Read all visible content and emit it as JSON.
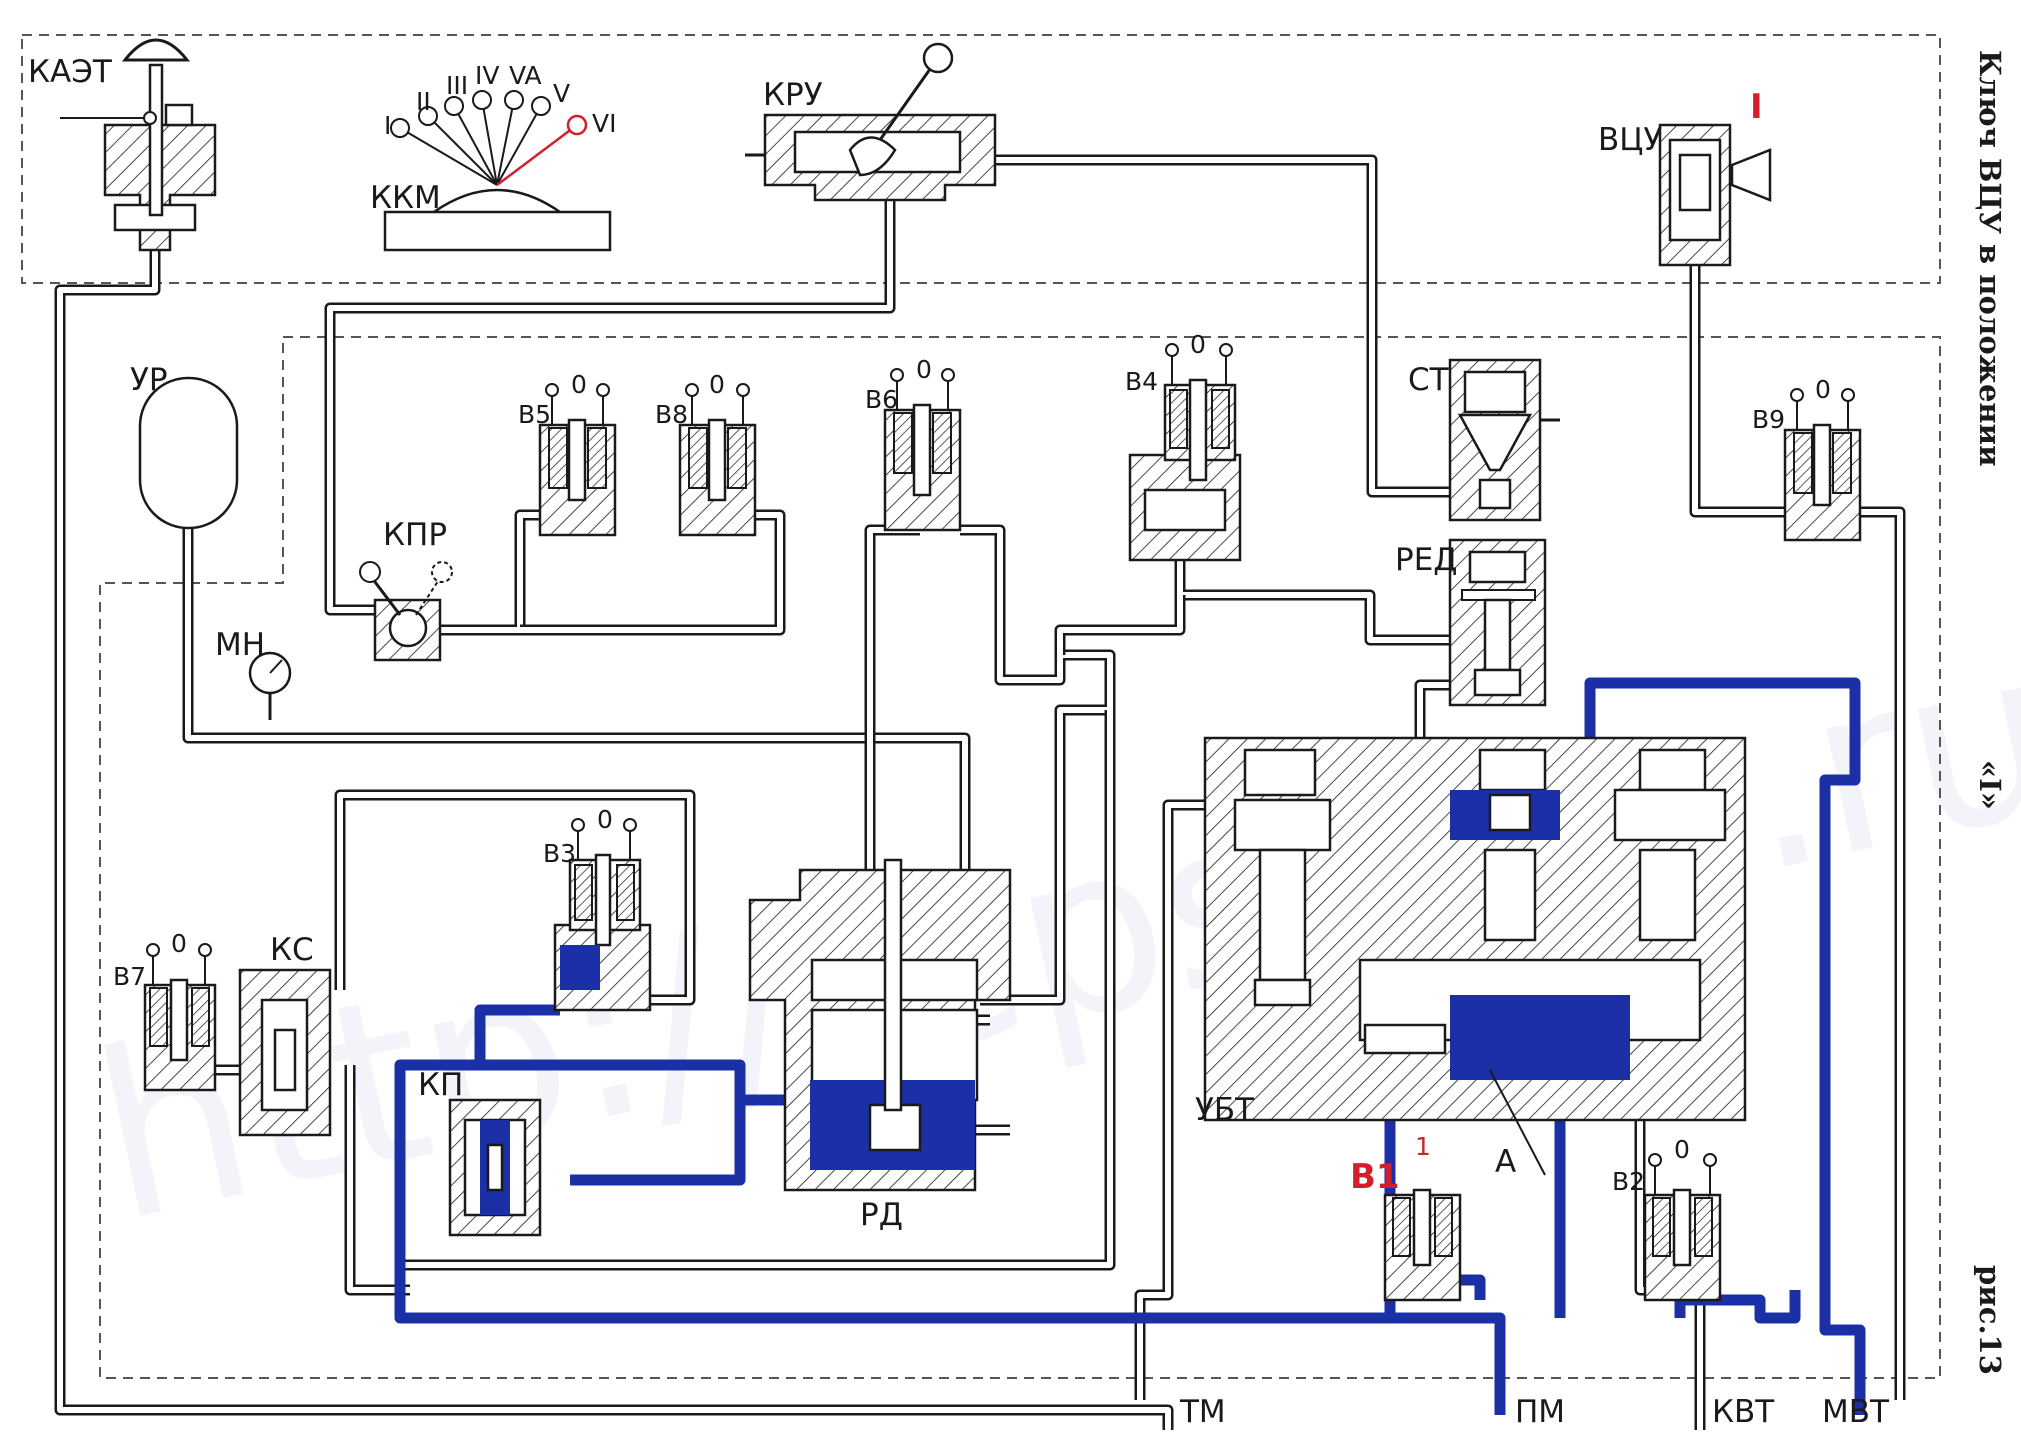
{
  "figure": {
    "side_caption": "Ключ ВЦУ в положении",
    "side_position": "«I»",
    "figure_number": "рис.13",
    "watermark": "http://tepshins.ru"
  },
  "labels": {
    "kaet": "КАЭТ",
    "kkm": "ККМ",
    "kru": "КРУ",
    "vcu": "ВЦУ",
    "vcu_position": "I",
    "ur": "УР",
    "mn": "МН",
    "kpr": "КПР",
    "st": "СТ",
    "red": "РЕД",
    "kp": "КП",
    "kc": "КС",
    "rd": "РД",
    "ubt": "УБТ",
    "a": "А",
    "b1": "В1",
    "b1_state": "1",
    "b2": "В2",
    "b3": "В3",
    "b4": "В4",
    "b5": "В5",
    "b6": "В6",
    "b7": "В7",
    "b8": "В8",
    "b9": "В9",
    "zero": "0",
    "tm": "ТМ",
    "pm": "ПМ",
    "kvt": "КВТ",
    "mvt": "МВТ"
  },
  "kkm_positions": [
    "I",
    "II",
    "III",
    "IV",
    "VA",
    "V",
    "VI"
  ],
  "colors": {
    "pressurized": "#1b2fa6",
    "active_label": "#d21f2a",
    "line": "#1a1a1a"
  }
}
